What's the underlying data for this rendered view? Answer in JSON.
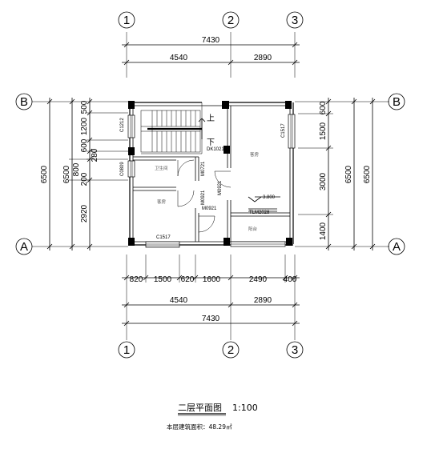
{
  "axes": {
    "columns": [
      "1",
      "2",
      "3"
    ],
    "rows": [
      "B",
      "A"
    ]
  },
  "top_dims": {
    "total": "7430",
    "seg1": "4540",
    "seg2": "2890"
  },
  "bottom_dims": {
    "details": [
      "820",
      "1500",
      "620",
      "1600",
      "2490",
      "400"
    ],
    "seg1": "4540",
    "seg2": "2890",
    "total": "7430"
  },
  "left_dims": {
    "outer": "6500",
    "middle": "6500",
    "detail_b": "800",
    "detail_top": [
      "500",
      "1200",
      "600",
      "280",
      "200",
      "2920"
    ]
  },
  "right_dims": {
    "details": [
      "600",
      "1500",
      "3000",
      "1400"
    ],
    "inner": "6500",
    "outer": "6500"
  },
  "labels": {
    "up": "上",
    "down": "下",
    "dk": "DK1021",
    "c1212": "C1212",
    "c1517_right": "C1517",
    "c0809": "C0809",
    "c1517_bottom": "C1517",
    "m0721": "M0721",
    "m0921_a": "M0921",
    "m0921_b": "M0921",
    "m0921_c": "M0921",
    "tlm": "TLM2028",
    "level": "3.800"
  },
  "rooms": {
    "bath": "卫生间",
    "bedroom_left": "客房",
    "bedroom_right": "客房",
    "balcony": "阳台"
  },
  "title": {
    "name": "二层平面图",
    "scale": "1:100",
    "area": "本层建筑面积：48.29㎡"
  }
}
